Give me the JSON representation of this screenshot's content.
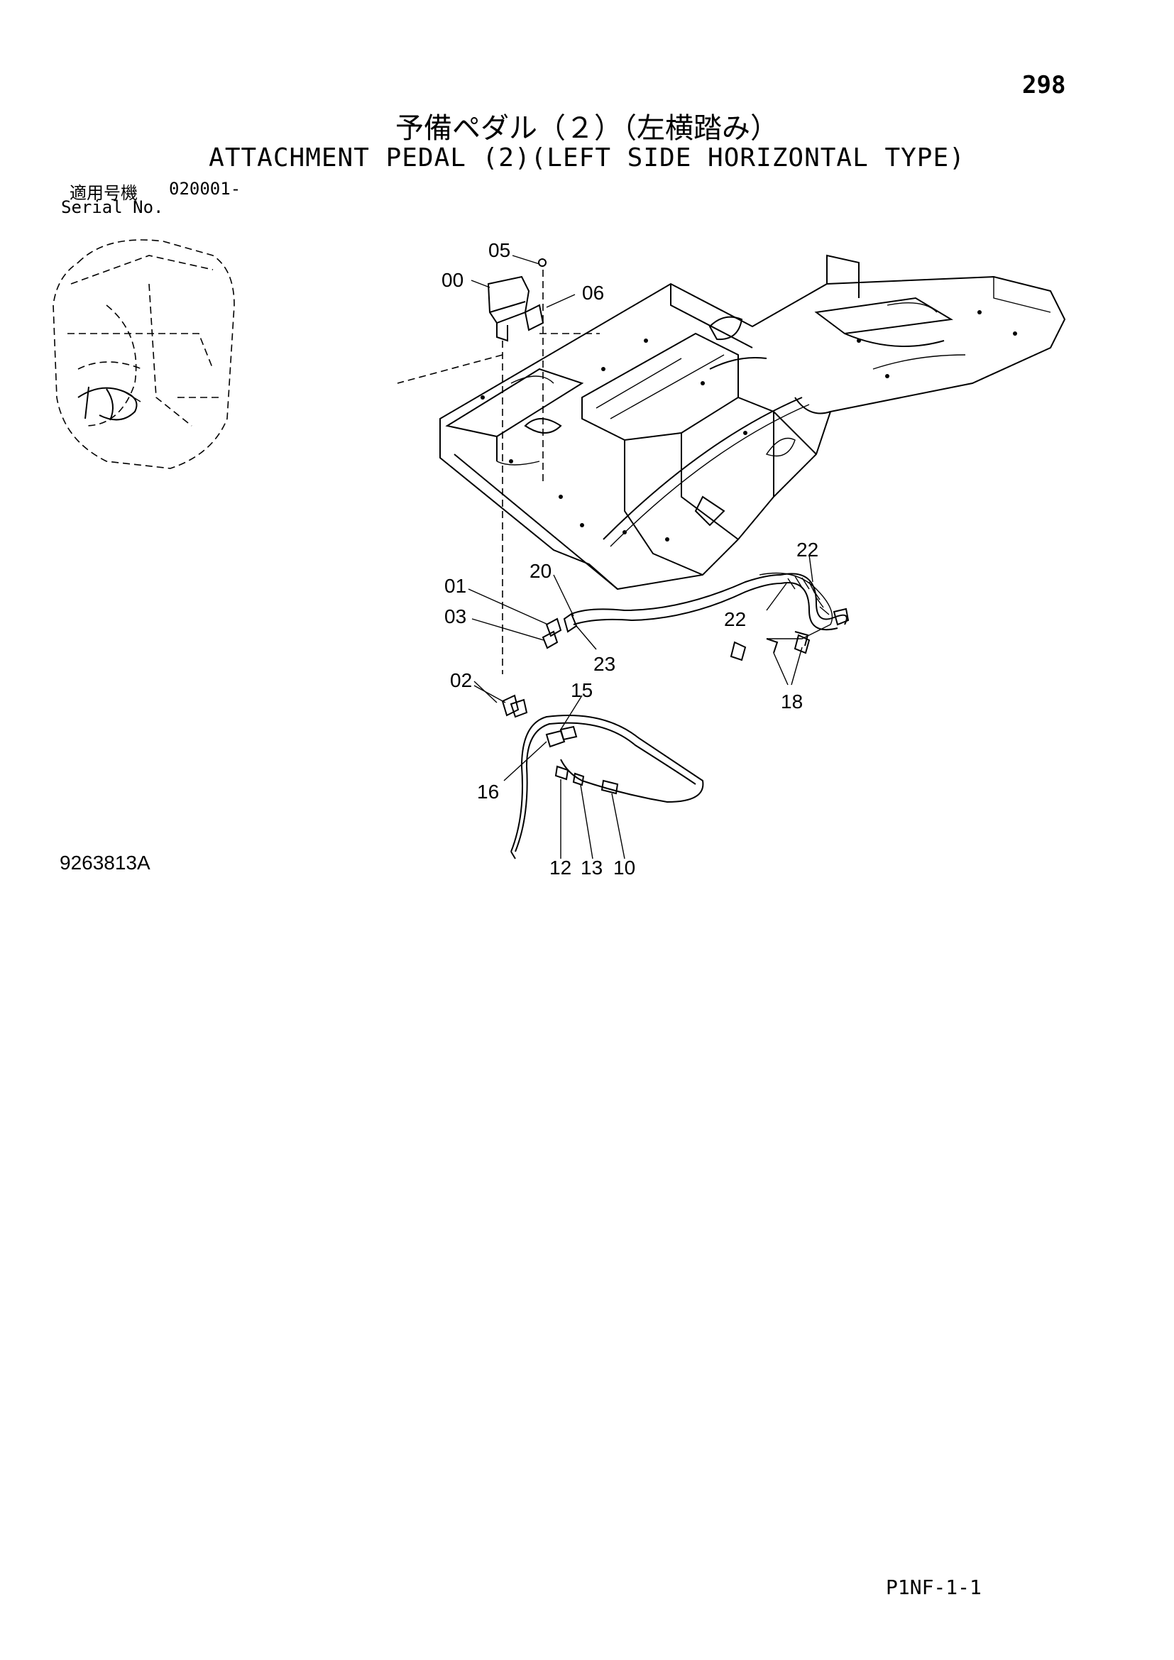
{
  "page_number": "298",
  "title_ja": "予備ペダル（２）（左横踏み）",
  "title_en": "ATTACHMENT PEDAL (2)(LEFT SIDE HORIZONTAL TYPE)",
  "serial": {
    "label_ja": "適用号機",
    "label_en": "Serial No.",
    "value": "020001-"
  },
  "drawing_id": "9263813A",
  "footer_code": "P1NF-1-1",
  "callouts": {
    "c00": "00",
    "c05": "05",
    "c06": "06",
    "c01": "01",
    "c03": "03",
    "c02": "02",
    "c20": "20",
    "c23": "23",
    "c22a": "22",
    "c22b": "22",
    "c18": "18",
    "c15": "15",
    "c16": "16",
    "c12": "12",
    "c13": "13",
    "c10": "10"
  }
}
